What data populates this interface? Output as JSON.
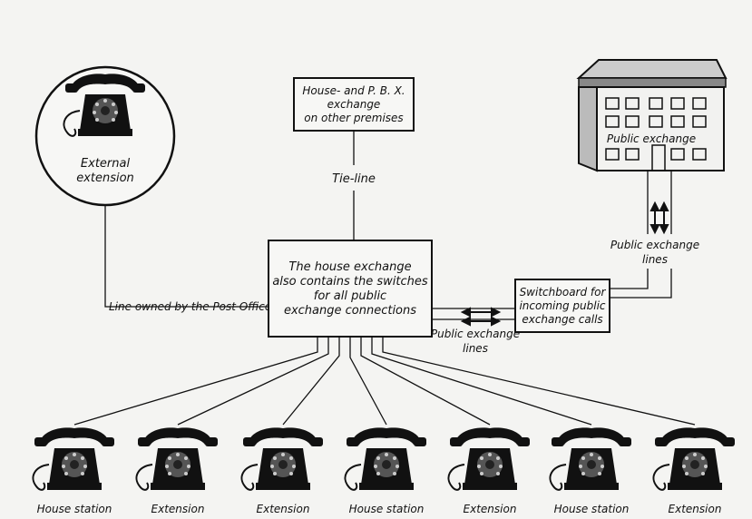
{
  "diagram": {
    "external_extension": "External extension",
    "pbx_other_premises": [
      "House- and P. B. X.",
      "exchange",
      "on other premises"
    ],
    "tie_line": "Tie-line",
    "public_exchange": "Public exchange",
    "public_exchange_lines_top": [
      "Public exchange",
      "lines"
    ],
    "house_exchange": [
      "The house exchange",
      "also contains the switches",
      "for all public",
      "exchange connections"
    ],
    "line_owned": "Line owned by the Post Office",
    "switchboard": [
      "Switchboard for",
      "incoming public",
      "exchange calls"
    ],
    "public_exchange_lines_bottom": [
      "Public exchange",
      "lines"
    ],
    "stations": [
      "House station",
      "Extension",
      "Extension",
      "House station",
      "Extension",
      "House station",
      "Extension"
    ]
  }
}
